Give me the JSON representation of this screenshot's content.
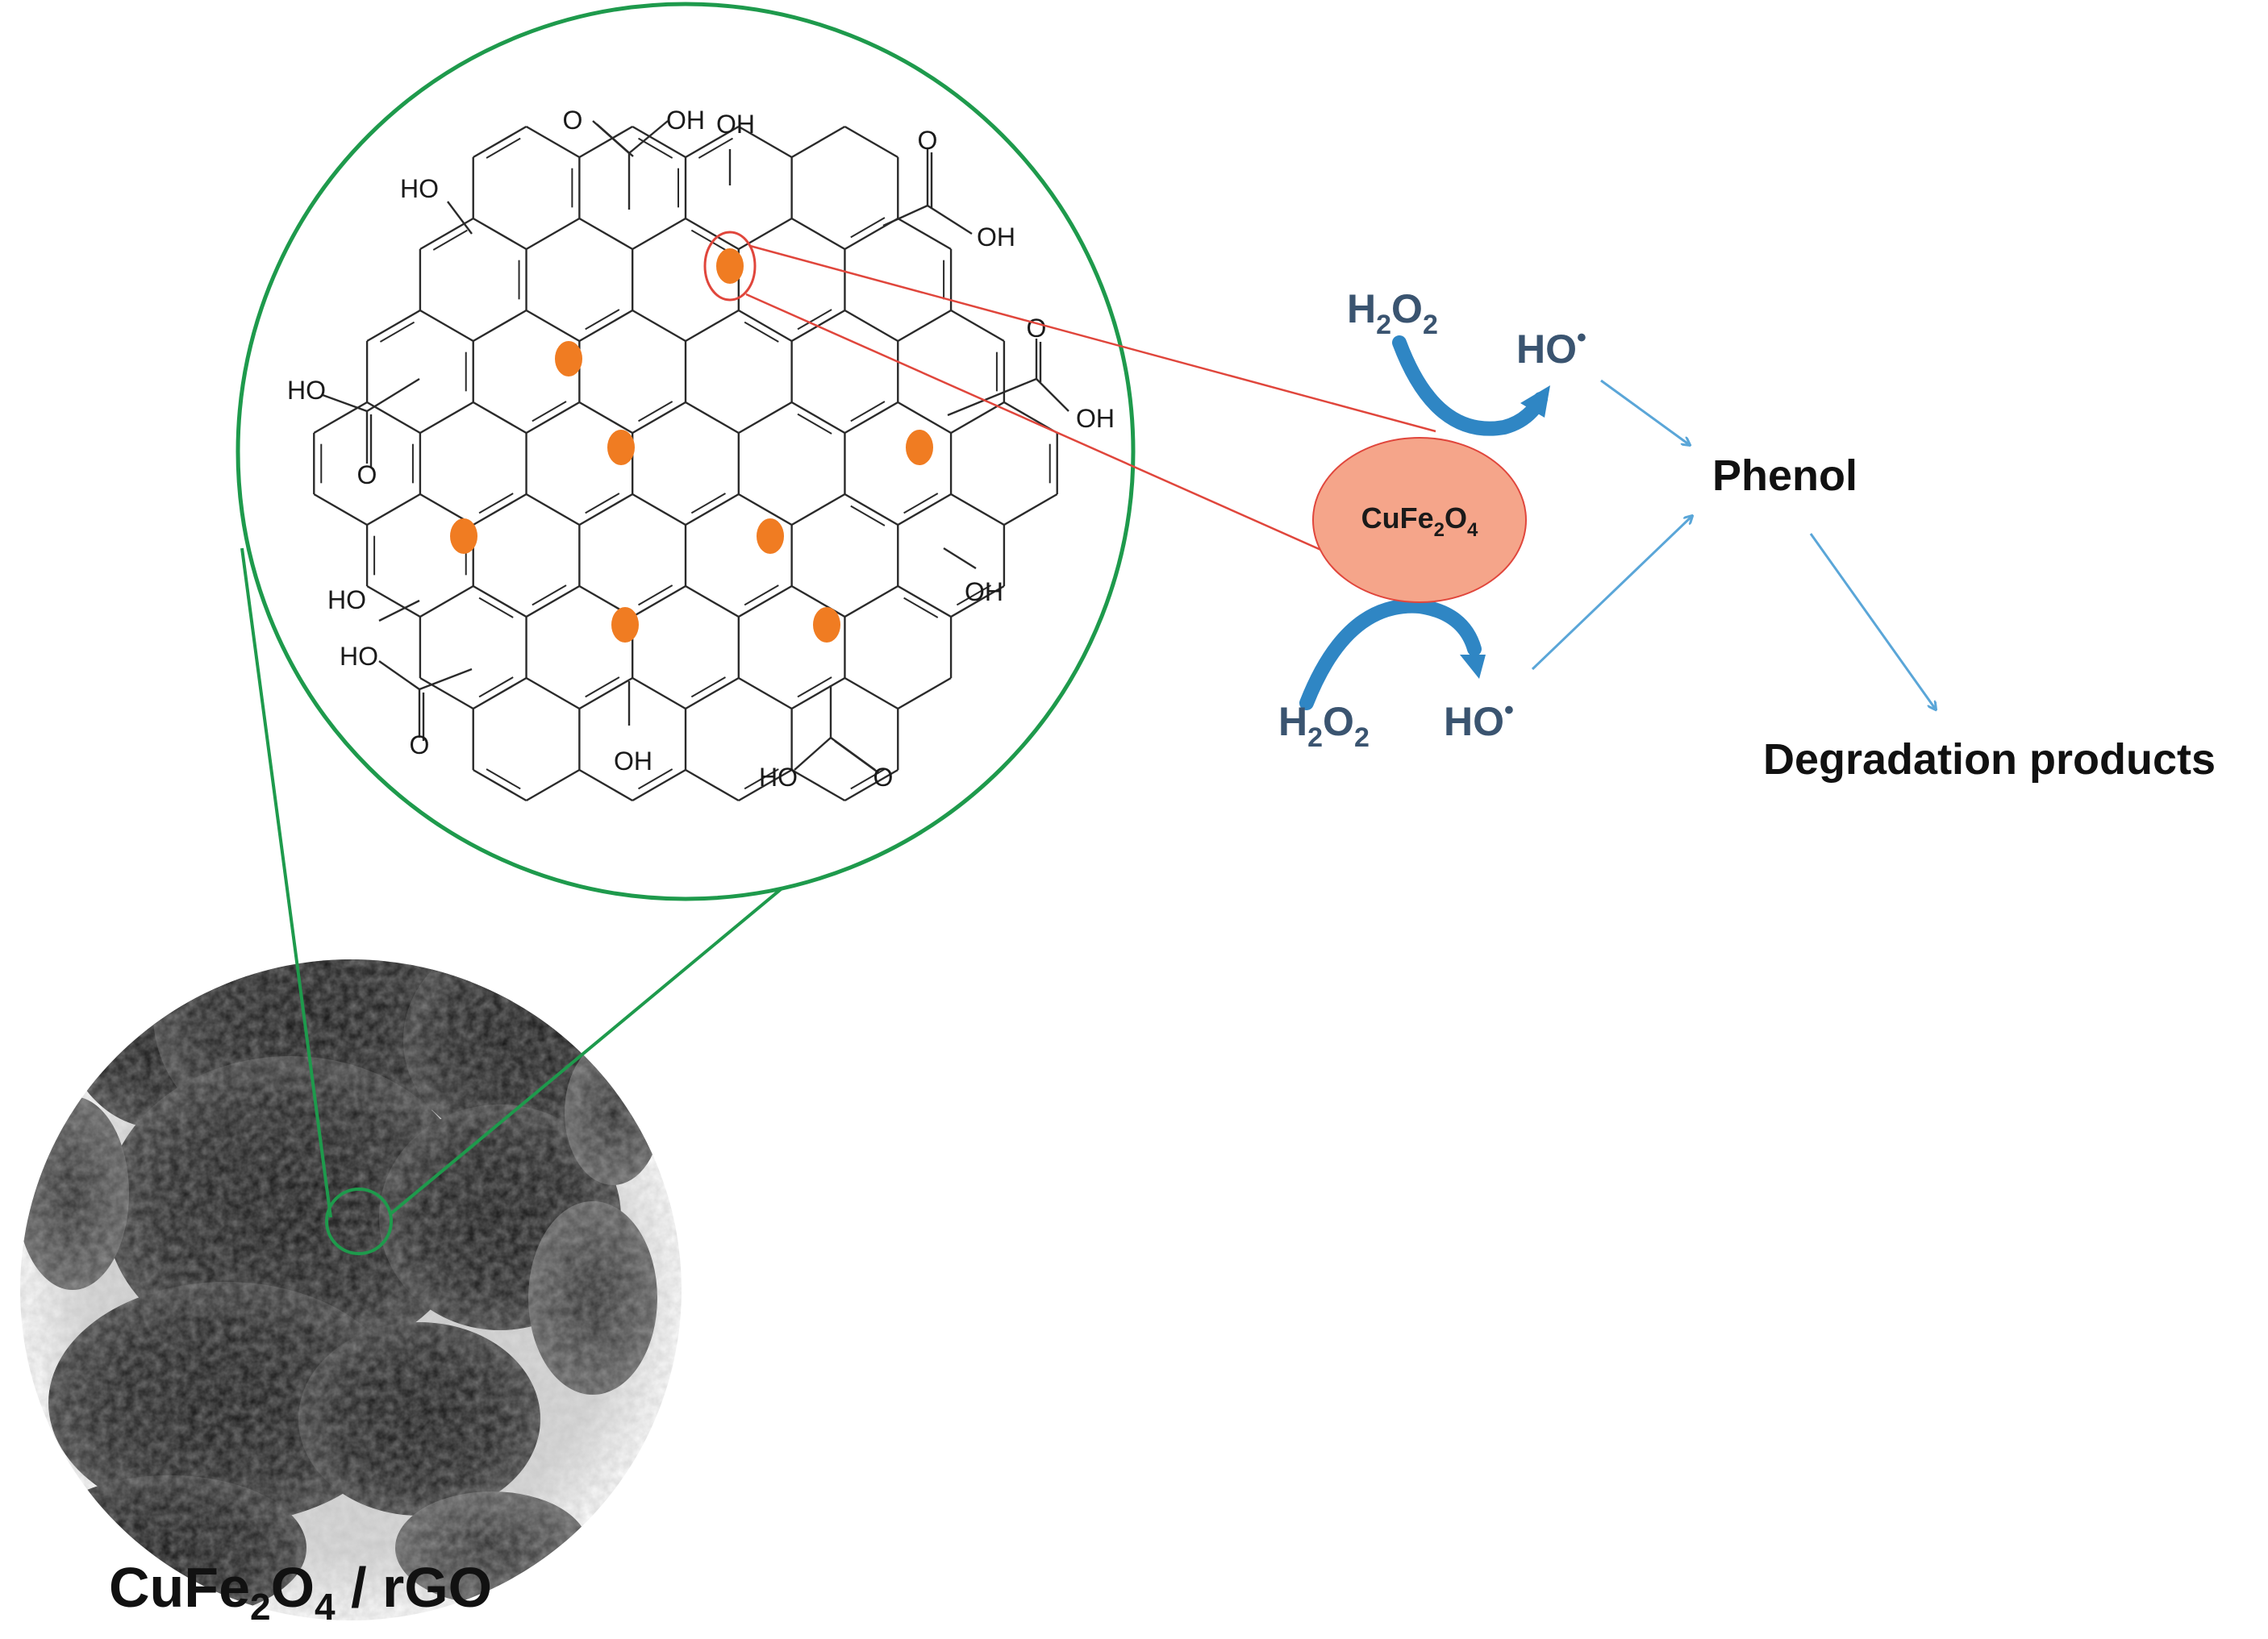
{
  "caption": {
    "base": "CuFe",
    "sub1": "2",
    "mid": "O",
    "sub2": "4",
    "rest": " / rGO"
  },
  "particle_label": {
    "base": "CuFe",
    "sub1": "2",
    "mid": "O",
    "sub2": "4"
  },
  "reagents": {
    "h2o2_top": {
      "base": "H",
      "sub1": "2",
      "mid": "O",
      "sub2": "2"
    },
    "h2o2_bottom": {
      "base": "H",
      "sub1": "2",
      "mid": "O",
      "sub2": "2"
    },
    "radical_top": {
      "base": "HO",
      "dot": "•"
    },
    "radical_bottom": {
      "base": "HO",
      "dot": "•"
    }
  },
  "phenol": "Phenol",
  "products": "Degradation products",
  "functional_groups": {
    "oh": "OH",
    "ho": "HO",
    "o": "O"
  },
  "colors": {
    "lens_green": "#1e9a4c",
    "nanoparticle_orange": "#f07c22",
    "particle_fill": "#f5a58a",
    "reaction_blue": "#2f86c4",
    "pointer_blue": "#5aa6d8",
    "zoom_red": "#e0463c",
    "label_navy": "#3a5470"
  }
}
